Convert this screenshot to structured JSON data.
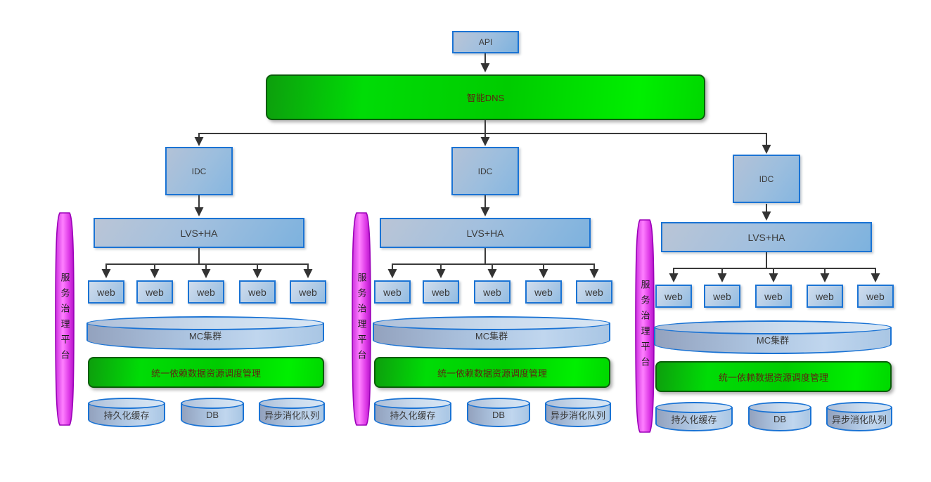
{
  "api": {
    "label": "API"
  },
  "dns": {
    "label": "智能DNS"
  },
  "columns": [
    {
      "idc": "IDC",
      "platform": "服务治理平台",
      "lvs": "LVS+HA",
      "web": [
        "web",
        "web",
        "web",
        "web",
        "web"
      ],
      "mc": "MC集群",
      "scheduler": "统一依赖数据资源调度管理",
      "storage": [
        "持久化缓存",
        "DB",
        "异步消化队列"
      ]
    },
    {
      "idc": "IDC",
      "platform": "服务治理平台",
      "lvs": "LVS+HA",
      "web": [
        "web",
        "web",
        "web",
        "web",
        "web"
      ],
      "mc": "MC集群",
      "scheduler": "统一依赖数据资源调度管理",
      "storage": [
        "持久化缓存",
        "DB",
        "异步消化队列"
      ]
    },
    {
      "idc": "IDC",
      "platform": "服务治理平台",
      "lvs": "LVS+HA",
      "web": [
        "web",
        "web",
        "web",
        "web",
        "web"
      ],
      "mc": "MC集群",
      "scheduler": "统一依赖数据资源调度管理",
      "storage": [
        "持久化缓存",
        "DB",
        "异步消化队列"
      ]
    }
  ],
  "colors": {
    "green_fill": "#00e000",
    "green_border": "#0b5d0b",
    "green_text": "#5c2512",
    "blue_border": "#1a73d4",
    "blue_fill": "#9cbede",
    "magenta_fill": "#f55cf0",
    "magenta_border": "#9b00b8",
    "connector_line": "#3a3a3a",
    "box_text": "#3a3a3a"
  }
}
